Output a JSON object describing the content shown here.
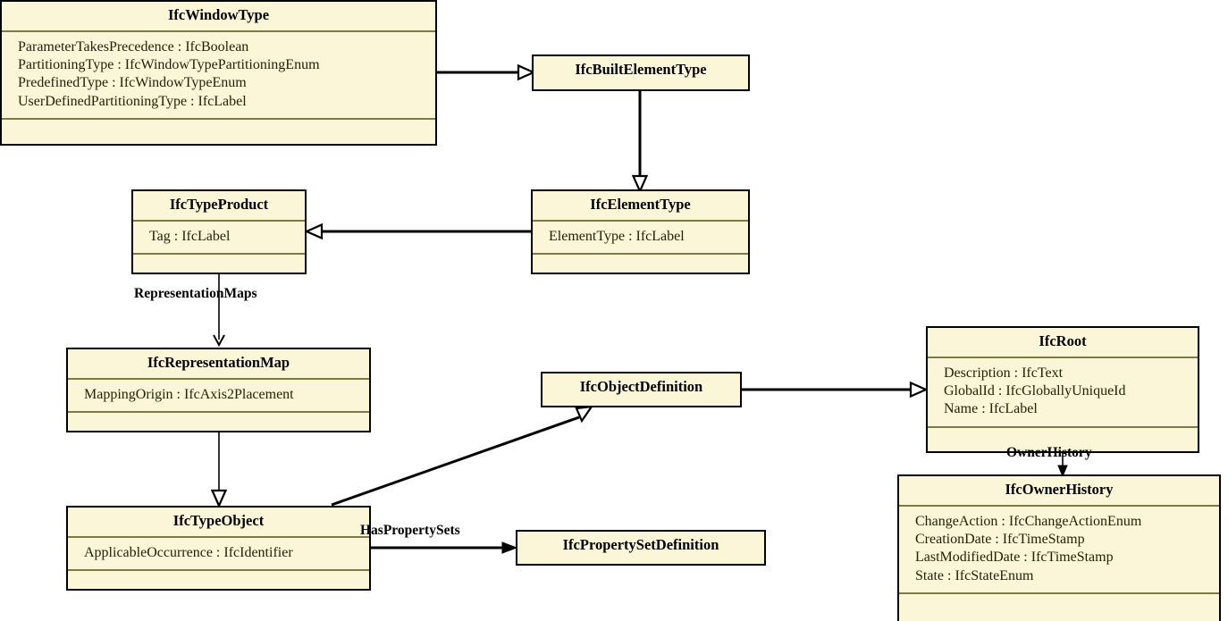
{
  "diagram": {
    "title": "IFC UML Class Diagram",
    "kind": "uml-class-diagram",
    "background_color": "#ffffff",
    "class_fill_color": "#fbf6d8",
    "class_border_color": "#000000",
    "compartment_divider_color": "#7f7a40"
  },
  "classes": [
    {
      "id": "ifc-window-type",
      "name": "IfcWindowType",
      "attributes": [
        "ParameterTakesPrecedence : IfcBoolean",
        "PartitioningType : IfcWindowTypePartitioningEnum",
        "PredefinedType : IfcWindowTypeEnum",
        "UserDefinedPartitioningType : IfcLabel"
      ],
      "has_empty_compartment": true
    },
    {
      "id": "ifc-built-element-type",
      "name": "IfcBuiltElementType",
      "attributes": [],
      "has_empty_compartment": false
    },
    {
      "id": "ifc-type-product",
      "name": "IfcTypeProduct",
      "attributes": [
        "Tag : IfcLabel"
      ],
      "has_empty_compartment": true
    },
    {
      "id": "ifc-element-type",
      "name": "IfcElementType",
      "attributes": [
        "ElementType : IfcLabel"
      ],
      "has_empty_compartment": true
    },
    {
      "id": "ifc-representation-map",
      "name": "IfcRepresentationMap",
      "attributes": [
        "MappingOrigin : IfcAxis2Placement"
      ],
      "has_empty_compartment": true
    },
    {
      "id": "ifc-object-definition",
      "name": "IfcObjectDefinition",
      "attributes": [],
      "has_empty_compartment": false
    },
    {
      "id": "ifc-root",
      "name": "IfcRoot",
      "attributes": [
        "Description : IfcText",
        "GlobalId : IfcGloballyUniqueId",
        "Name : IfcLabel"
      ],
      "has_empty_compartment": true
    },
    {
      "id": "ifc-type-object",
      "name": "IfcTypeObject",
      "attributes": [
        "ApplicableOccurrence : IfcIdentifier"
      ],
      "has_empty_compartment": true
    },
    {
      "id": "ifc-property-set-definition",
      "name": "IfcPropertySetDefinition",
      "attributes": [],
      "has_empty_compartment": false
    },
    {
      "id": "ifc-owner-history",
      "name": "IfcOwnerHistory",
      "attributes": [
        "ChangeAction : IfcChangeActionEnum",
        "CreationDate : IfcTimeStamp",
        "LastModifiedDate : IfcTimeStamp",
        "State : IfcStateEnum"
      ],
      "has_empty_compartment": true
    }
  ],
  "relationships": [
    {
      "id": "rel-windowtype-builtelementtype",
      "from": "IfcWindowType",
      "to": "IfcBuiltElementType",
      "type": "generalization",
      "label": ""
    },
    {
      "id": "rel-builtelementtype-elementtype",
      "from": "IfcBuiltElementType",
      "to": "IfcElementType",
      "type": "generalization",
      "label": ""
    },
    {
      "id": "rel-elementtype-typeproduct",
      "from": "IfcElementType",
      "to": "IfcTypeProduct",
      "type": "generalization",
      "label": ""
    },
    {
      "id": "rel-typeproduct-representationmap",
      "from": "IfcTypeProduct",
      "to": "IfcRepresentationMap",
      "type": "association",
      "label": "RepresentationMaps"
    },
    {
      "id": "rel-representationmap-typeobject",
      "from": "IfcRepresentationMap",
      "to": "IfcTypeObject",
      "type": "generalization",
      "label": ""
    },
    {
      "id": "rel-typeobject-objectdefinition",
      "from": "IfcTypeObject",
      "to": "IfcObjectDefinition",
      "type": "generalization",
      "label": ""
    },
    {
      "id": "rel-objectdefinition-root",
      "from": "IfcObjectDefinition",
      "to": "IfcRoot",
      "type": "generalization",
      "label": ""
    },
    {
      "id": "rel-typeobject-propertysetdefinition",
      "from": "IfcTypeObject",
      "to": "IfcPropertySetDefinition",
      "type": "association",
      "label": "HasPropertySets"
    },
    {
      "id": "rel-root-ownerhistory",
      "from": "IfcRoot",
      "to": "IfcOwnerHistory",
      "type": "association",
      "label": "OwnerHistory"
    }
  ],
  "edge_labels": {
    "representation_maps": "RepresentationMaps",
    "has_property_sets": "HasPropertySets",
    "owner_history": "OwnerHistory"
  }
}
